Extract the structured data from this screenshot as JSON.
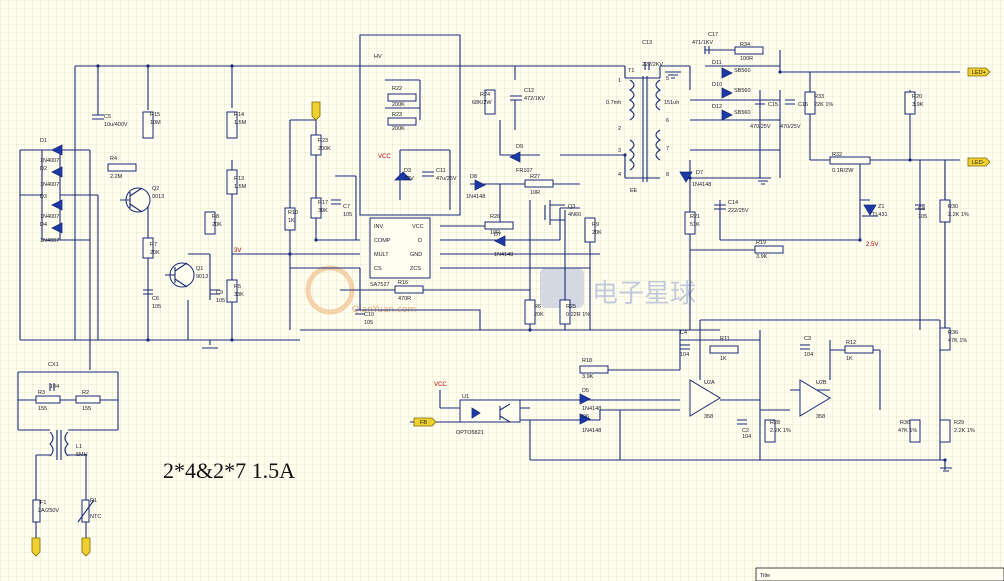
{
  "note": {
    "text": "2*4&2*7  1.5A"
  },
  "watermark": {
    "brand": "电子星球",
    "site": "QianYuan.com"
  },
  "title_block": {
    "label": "Title"
  },
  "ic": {
    "name": "SA7527",
    "pins_left": [
      "INV",
      "COMP",
      "MULT",
      "CS"
    ],
    "pins_right": [
      "VCC",
      "D",
      "GND",
      "ZCS"
    ]
  },
  "transformer": {
    "name": "T1",
    "primary": "0.7mh",
    "secondary": "151uh",
    "core": "EE"
  },
  "connectors": {
    "out_pos": "LED+",
    "out_neg": "LED-",
    "fb": "FB",
    "vcc": "VCC"
  },
  "labels": {
    "D1": "D1",
    "D2": "D2",
    "D3": "D3",
    "D4": "D4",
    "d1n": "1N4007",
    "d2n": "1N4007",
    "d3n": "1N4007",
    "d4n": "1N4007",
    "C1": "C1",
    "C1v": "104",
    "C2": "C2",
    "C2v": "104",
    "C3": "C3",
    "C3v": "104",
    "C4": "C4",
    "C4v": "104",
    "C5": "C5",
    "C5v": "10u/400V",
    "C6": "C6",
    "C6v": "105",
    "C7": "C7",
    "C7v": "105",
    "C8": "C8",
    "C8v": "105",
    "C9": "C9",
    "C9v": "105",
    "C10": "C10",
    "C10v": "105",
    "C11": "C11",
    "C11v": "47u/25V",
    "C12": "C12",
    "C12v": "472/1KV",
    "C13": "C13",
    "C13v": "222/2KV",
    "C14": "C14",
    "C14v": "222/25V",
    "C15": "C15",
    "C15v": "470/25V",
    "C16": "C16",
    "C16v": "470/25V",
    "C17": "C17",
    "C17v": "471/1KV",
    "CX1": "CX1",
    "CX1v": "104",
    "R1": "R1",
    "R1v": "NTC",
    "R2": "R2",
    "R2v": "155",
    "R3": "R3",
    "R3v": "155",
    "R4": "R4",
    "R4v": "2.2M",
    "R5": "R5",
    "R5v": "33K",
    "R6": "R6",
    "R6v": "20K",
    "R7": "R7",
    "R7v": "20K",
    "R8": "R8",
    "R8v": "20K",
    "R9": "R9",
    "R9v": "20K",
    "R10": "R10",
    "R10v": "1K",
    "R11": "R11",
    "R11v": "1K",
    "R12": "R12",
    "R12v": "1K",
    "R13": "R13",
    "R13v": "1.5M",
    "R14": "R14",
    "R14v": "1.5M",
    "R15": "R15",
    "R15v": "10M",
    "R16": "R16",
    "R16v": "470R",
    "R17": "R17",
    "R17v": "39K",
    "R18": "R18",
    "R18v": "3.9K",
    "R19": "R19",
    "R19v": "3.9K",
    "R20": "R20",
    "R20v": "3.9K",
    "R21": "R21",
    "R21v": "51K",
    "R22": "R22",
    "R22v": "200K",
    "R23": "R23",
    "R23v": "200K",
    "R24": "R24",
    "R24v": "68K/2W",
    "R25": "R25",
    "R25v": "0.22R 1%",
    "R26": "R26",
    "R26v": "10R",
    "R27": "R27",
    "R27v": "10R",
    "R28": "R28",
    "R28v": "2.2K 1%",
    "R29": "R29",
    "R29v": "2.2K 1%",
    "R30": "R30",
    "R30v": "2.2K 1%",
    "R32": "R32",
    "R32v": "0.1R/2W",
    "R33": "R33",
    "R33v": "22K 1%",
    "R34": "R34",
    "R34v": "100R",
    "R36": "R36",
    "R36v": "47K 1%",
    "Q1": "Q1",
    "Q1v": "9013",
    "Q2": "Q2",
    "Q2v": "9013",
    "Q3": "Q3",
    "Q3v": "4N60",
    "F1": "F1",
    "F1v": "2A/250V",
    "L1": "L1",
    "L1v": "5MH",
    "U1": "U1",
    "U1v": "OPTO5821",
    "U2A": "U2A",
    "U2B": "U2B",
    "U2n": "358",
    "U2m": "358",
    "Z1": "Z1",
    "Z1v": "TL431",
    "D5": "D5",
    "D5v": "1N4148",
    "D6": "D6",
    "D6v": "1N4148",
    "D7": "D7",
    "D7v": "1N4148",
    "D8": "D8",
    "D8v": "1N4148",
    "D9": "D9",
    "D9v": "FR107",
    "D10": "D10",
    "D10v": "SB560",
    "D11": "D11",
    "D11v": "SB560",
    "D12": "D12",
    "D12v": "SB560",
    "DZ": "D3",
    "DZv": "22V",
    "HV": "HV",
    "v3": "3V",
    "v25": "2.5V",
    "VCC2": "VCC",
    "p1": "1",
    "p2": "2",
    "p3": "3",
    "p4": "4",
    "p5": "5",
    "p6": "6",
    "p7": "7",
    "p8": "8"
  }
}
